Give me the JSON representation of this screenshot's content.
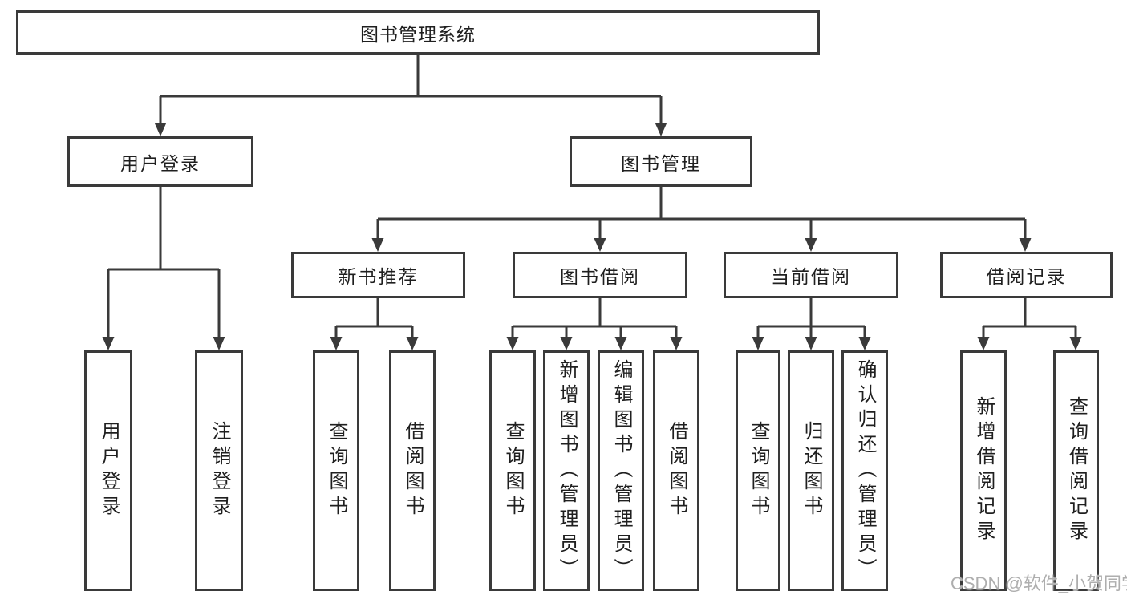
{
  "diagram": {
    "root": {
      "label": "图书管理系统"
    },
    "branches": [
      {
        "label": "用户登录",
        "children": [
          {
            "label": "用户登录"
          },
          {
            "label": "注销登录"
          }
        ]
      },
      {
        "label": "图书管理",
        "children": [
          {
            "label": "新书推荐",
            "children": [
              {
                "label": "查询图书"
              },
              {
                "label": "借阅图书"
              }
            ]
          },
          {
            "label": "图书借阅",
            "children": [
              {
                "label": "查询图书"
              },
              {
                "label": "新增图书（管理员）"
              },
              {
                "label": "编辑图书（管理员）"
              },
              {
                "label": "借阅图书"
              }
            ]
          },
          {
            "label": "当前借阅",
            "children": [
              {
                "label": "查询图书"
              },
              {
                "label": "归还图书"
              },
              {
                "label": "确认归还（管理员）"
              }
            ]
          },
          {
            "label": "借阅记录",
            "children": [
              {
                "label": "新增借阅记录"
              },
              {
                "label": "查询借阅记录"
              }
            ]
          }
        ]
      }
    ]
  },
  "colors": {
    "line": "#3a3a3a",
    "text": "#1f1f1f",
    "watermark": "#aeaeae",
    "background": "#ffffff"
  },
  "watermark": {
    "text": "CSDN @软件_小贺同学"
  }
}
